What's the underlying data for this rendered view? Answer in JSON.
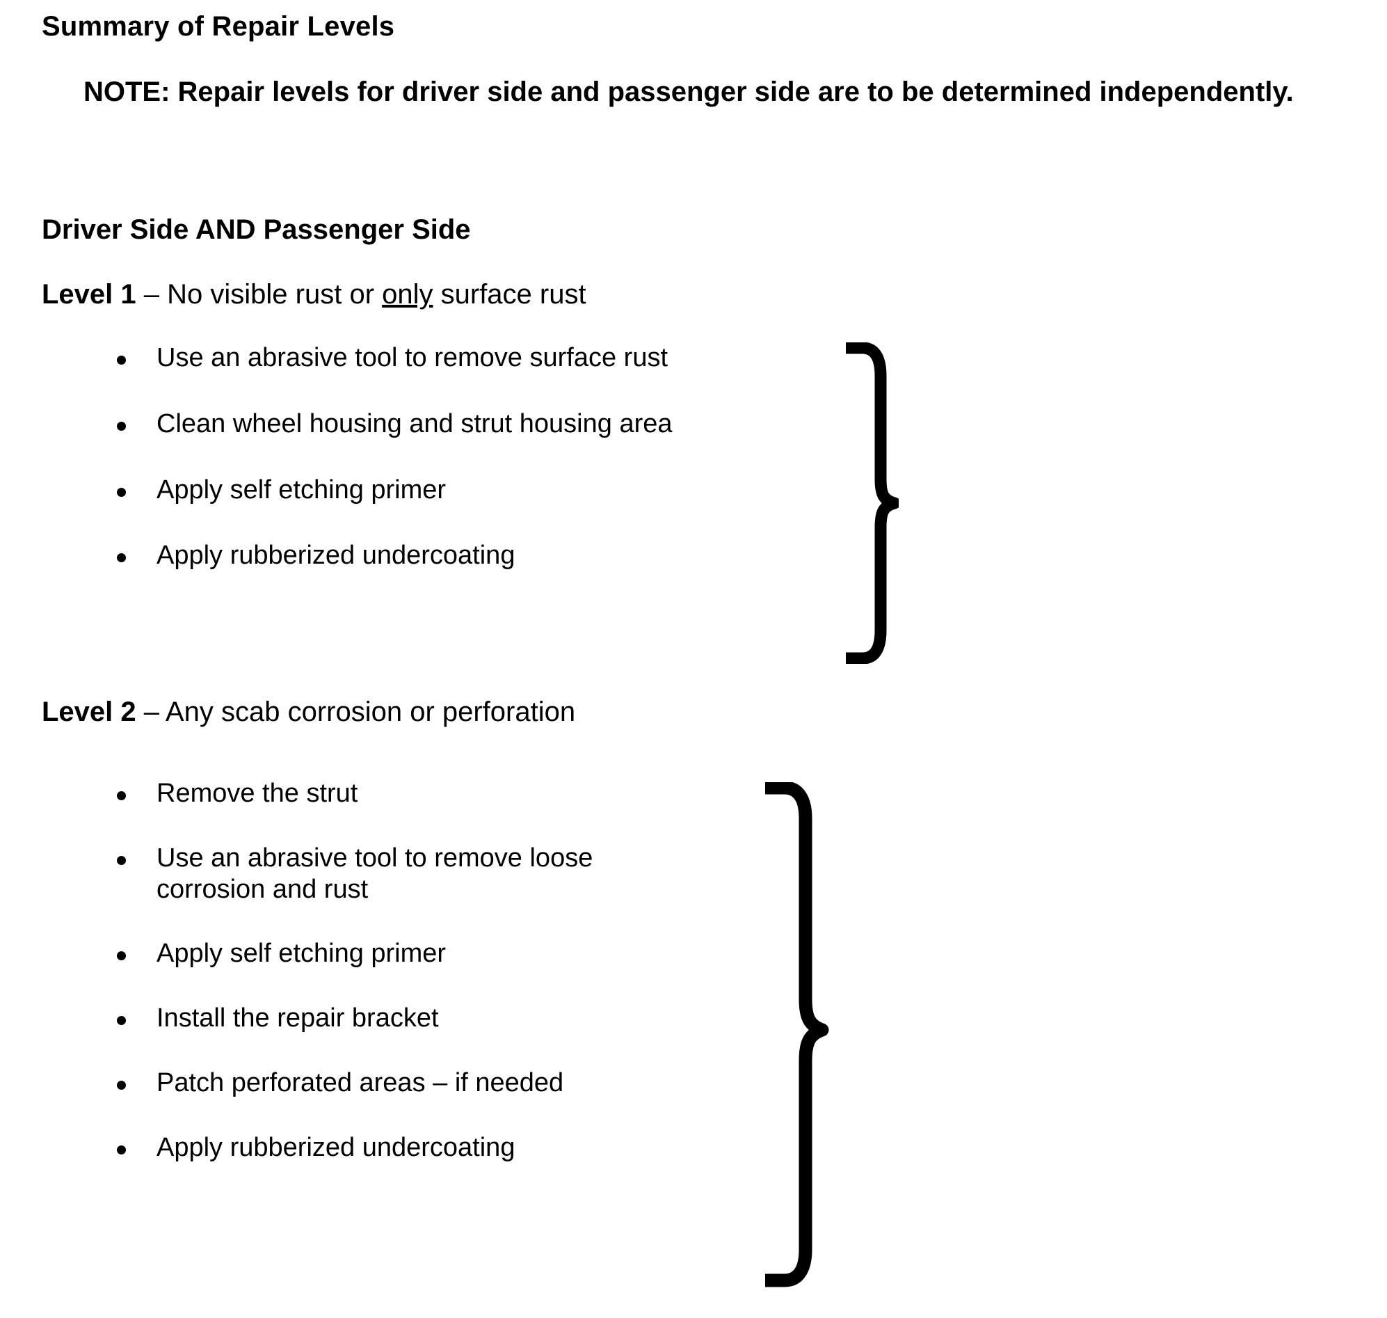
{
  "document": {
    "title": "Summary of Repair Levels",
    "note": "NOTE: Repair levels for driver side and passenger side are to be determined independently.",
    "section_heading": "Driver Side AND Passenger Side",
    "levels": [
      {
        "label": "Level 1",
        "dash": " – ",
        "description_before": "No visible rust or ",
        "description_emphasis": "only",
        "description_after": " surface rust",
        "bullets": [
          "Use an abrasive tool to remove surface rust",
          "Clean wheel housing and strut housing area",
          "Apply self etching primer",
          "Apply rubberized undercoating"
        ],
        "has_brace": true
      },
      {
        "label": "Level 2",
        "dash": " – ",
        "description_before": "Any scab corrosion or perforation",
        "description_emphasis": "",
        "description_after": "",
        "bullets": [
          "Remove the strut",
          "Use an abrasive tool to remove loose corrosion and rust",
          "Apply self etching primer",
          "Install the repair bracket",
          "Patch perforated areas – if needed",
          "Apply rubberized undercoating"
        ],
        "has_brace": true
      }
    ]
  },
  "colors": {
    "text": "#000000",
    "background": "#ffffff",
    "brace": "#000000"
  }
}
